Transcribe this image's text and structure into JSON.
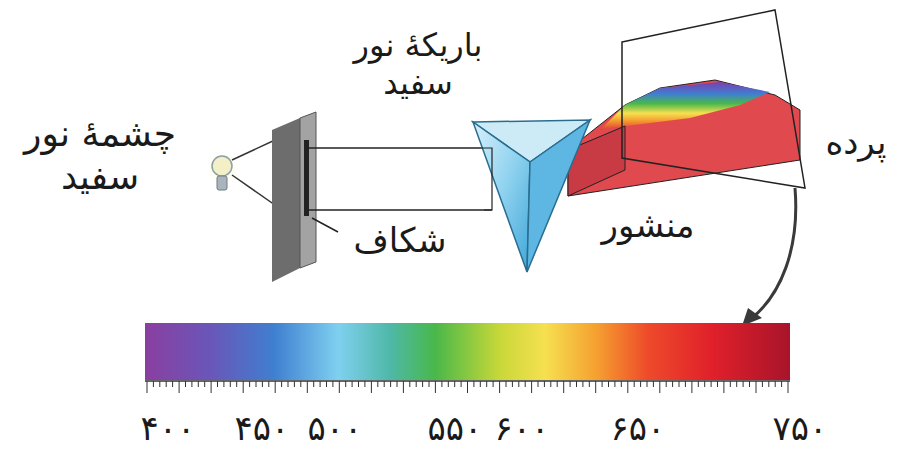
{
  "diagram": {
    "labels": [
      "چشمهٔ نور سفید",
      "باریکهٔ نور سفید",
      "شکاف",
      "منشور",
      "پرده",
      "۴۰۰",
      "۴۵۰",
      "۵۰۰",
      "۵۵۰",
      "۶۰۰",
      "۶۵۰",
      "۷۵۰"
    ]
  }
}
